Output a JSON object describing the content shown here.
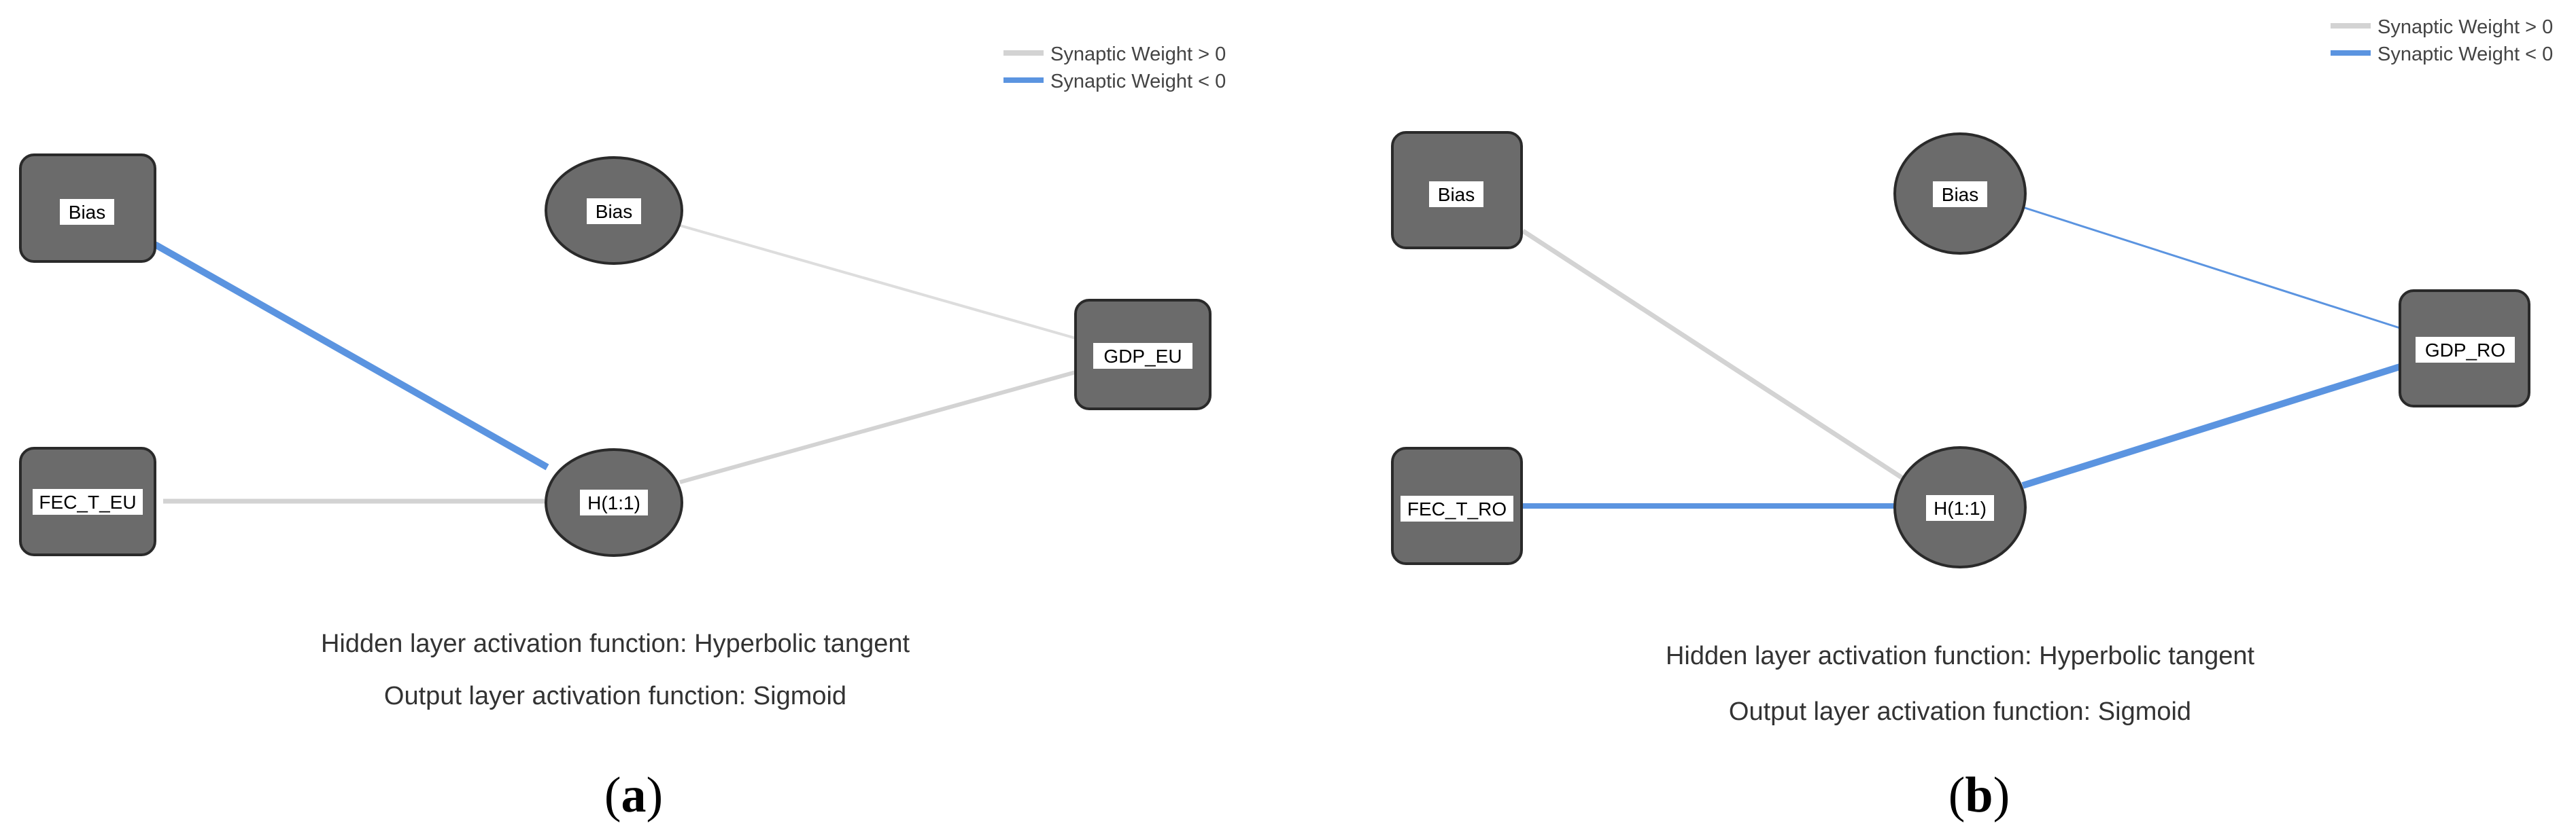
{
  "legend": {
    "positive": "Synaptic Weight > 0",
    "negative": "Synaptic Weight < 0"
  },
  "colors": {
    "positive_edge": "#d3d3d3",
    "negative_edge": "#5b94e0",
    "node_fill": "#6b6b6b"
  },
  "panels": [
    {
      "panel_label": "a",
      "nodes": {
        "input_bias": "Bias",
        "input_var": "FEC_T_EU",
        "hidden_bias": "Bias",
        "hidden_unit": "H(1:1)",
        "output": "GDP_EU"
      },
      "edges": [
        {
          "from": "input_bias",
          "to": "hidden_unit",
          "sign": "negative"
        },
        {
          "from": "input_var",
          "to": "hidden_unit",
          "sign": "positive"
        },
        {
          "from": "hidden_bias",
          "to": "output",
          "sign": "positive"
        },
        {
          "from": "hidden_unit",
          "to": "output",
          "sign": "positive"
        }
      ],
      "hidden_activation": "Hidden layer activation function: Hyperbolic tangent",
      "output_activation": "Output layer activation function: Sigmoid"
    },
    {
      "panel_label": "b",
      "nodes": {
        "input_bias": "Bias",
        "input_var": "FEC_T_RO",
        "hidden_bias": "Bias",
        "hidden_unit": "H(1:1)",
        "output": "GDP_RO"
      },
      "edges": [
        {
          "from": "input_bias",
          "to": "hidden_unit",
          "sign": "positive"
        },
        {
          "from": "input_var",
          "to": "hidden_unit",
          "sign": "negative"
        },
        {
          "from": "hidden_bias",
          "to": "output",
          "sign": "negative"
        },
        {
          "from": "hidden_unit",
          "to": "output",
          "sign": "negative"
        }
      ],
      "hidden_activation": "Hidden layer activation function: Hyperbolic tangent",
      "output_activation": "Output layer activation function: Sigmoid"
    }
  ]
}
